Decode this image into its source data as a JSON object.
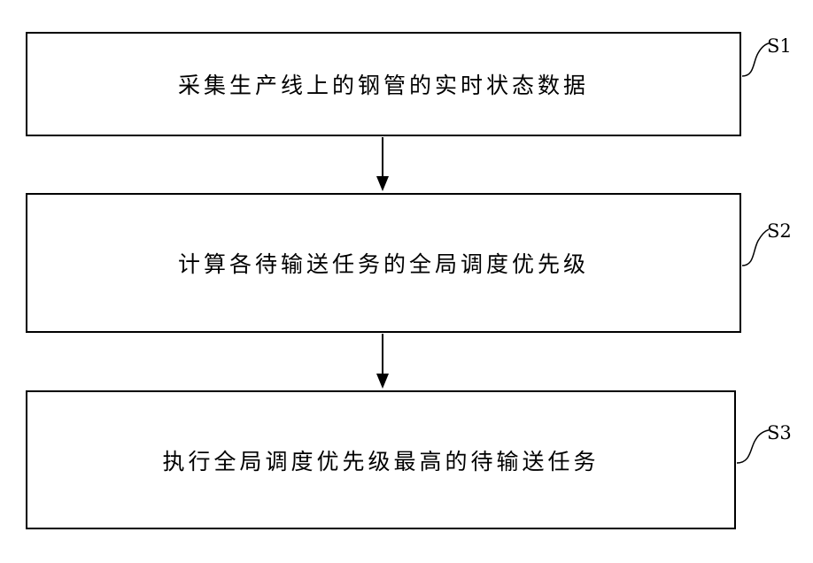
{
  "steps": [
    {
      "label": "S1",
      "text": "采集生产线上的钢管的实时状态数据"
    },
    {
      "label": "S2",
      "text": "计算各待输送任务的全局调度优先级"
    },
    {
      "label": "S3",
      "text": "执行全局调度优先级最高的待输送任务"
    }
  ],
  "colors": {
    "line": "#000000",
    "background": "#ffffff"
  }
}
